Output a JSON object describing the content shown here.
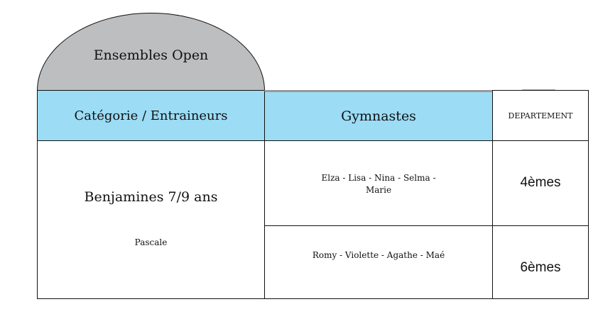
{
  "title": "Ensembles Open",
  "headers": {
    "category": "Catégorie / Entraineurs",
    "gymnasts": "Gymnastes",
    "department": "DEPARTEMENT"
  },
  "category": {
    "name": "Benjamines 7/9 ans",
    "coach": "Pascale"
  },
  "rows": [
    {
      "gymnasts": "Elza - Lisa - Nina - Selma - Marie",
      "department": "4èmes"
    },
    {
      "gymnasts": "Romy - Violette - Agathe - Maé",
      "department": "6èmes"
    }
  ]
}
